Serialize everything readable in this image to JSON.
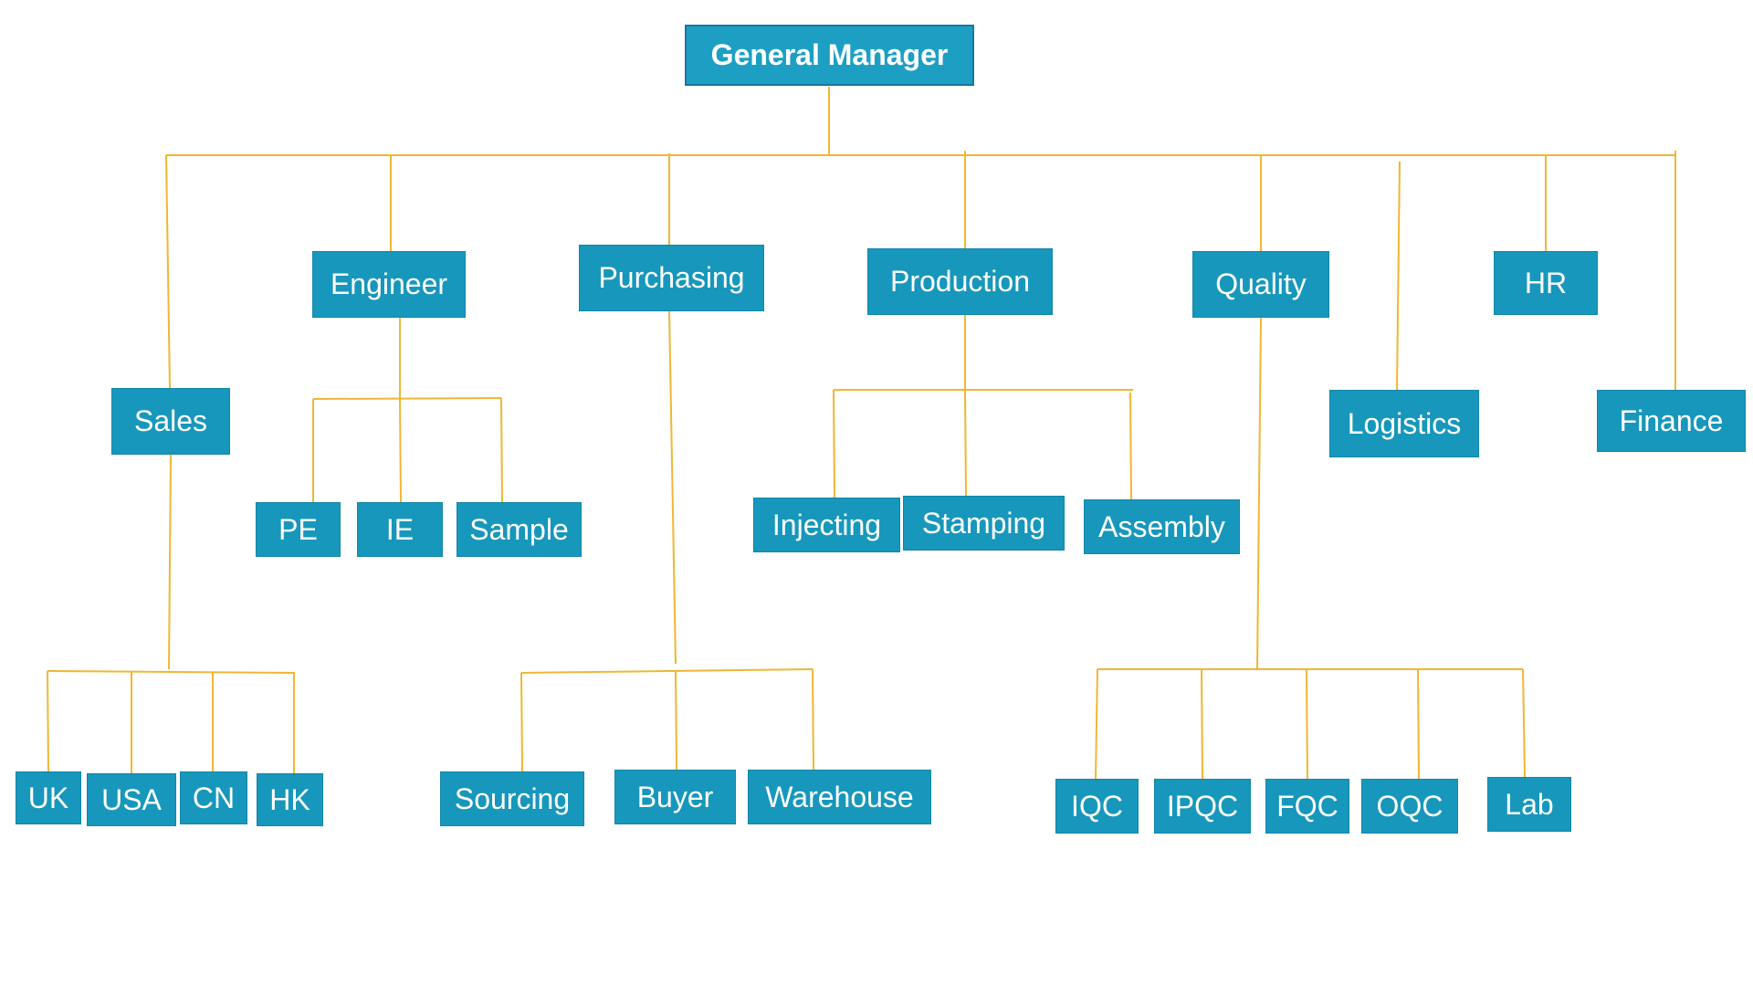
{
  "theme": {
    "box": "#1797bb",
    "border": "#1286a8",
    "line": "#f0b733",
    "text": "#ffffff"
  },
  "nodes": {
    "general_manager": "General Manager",
    "sales": "Sales",
    "engineer": "Engineer",
    "purchasing": "Purchasing",
    "production": "Production",
    "quality": "Quality",
    "hr": "HR",
    "logistics": "Logistics",
    "finance": "Finance",
    "pe": "PE",
    "ie": "IE",
    "sample": "Sample",
    "injecting": "Injecting",
    "stamping": "Stamping",
    "assembly": "Assembly",
    "uk": "UK",
    "usa": "USA",
    "cn": "CN",
    "hk": "HK",
    "sourcing": "Sourcing",
    "buyer": "Buyer",
    "warehouse": "Warehouse",
    "iqc": "IQC",
    "ipqc": "IPQC",
    "fqc": "FQC",
    "oqc": "OQC",
    "lab": "Lab"
  }
}
